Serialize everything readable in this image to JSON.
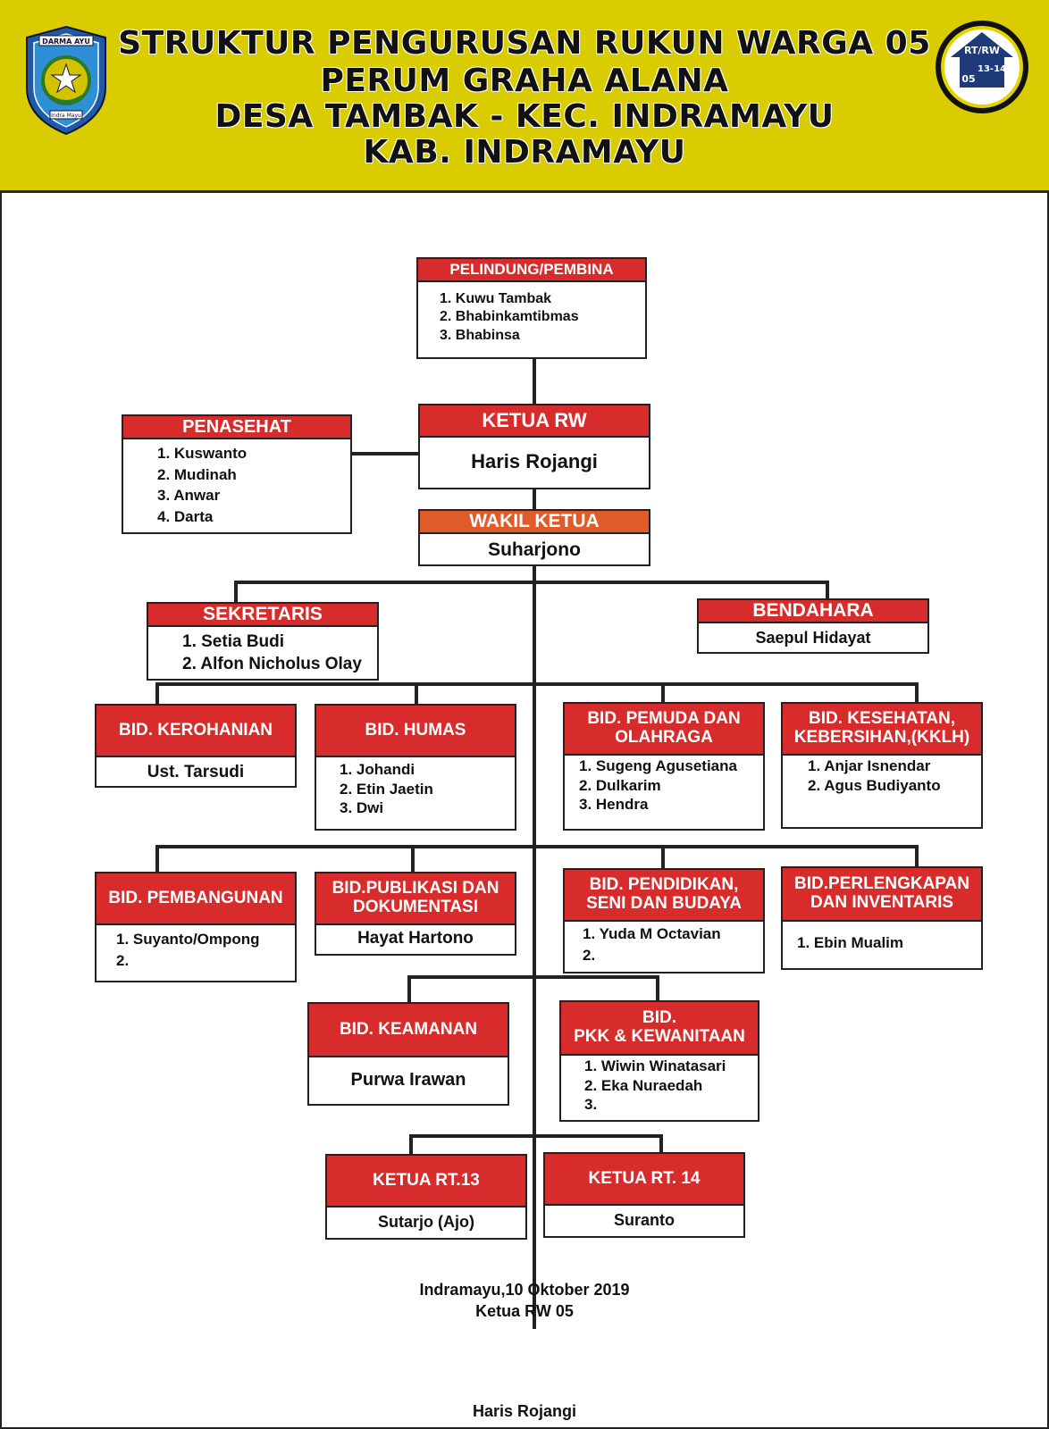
{
  "header": {
    "lines": [
      "STRUKTUR PENGURUSAN RUKUN WARGA 05",
      "PERUM GRAHA ALANA",
      "DESA TAMBAK - KEC. INDRAMAYU",
      "KAB. INDRAMAYU"
    ],
    "logo_left": {
      "banner": "DARMA AYU",
      "motto": "Indra Mayu",
      "icon": "regency-crest-icon"
    },
    "logo_right": {
      "rtrw": "RT/RW",
      "rt_numbers": "13-14",
      "rw_number": "05",
      "icon": "rtrw-emblem-icon"
    }
  },
  "colors": {
    "header_bg": "#d9cc00",
    "box_header": "#d82c2c",
    "wakil_header": "#e05a2a",
    "line": "#222222"
  },
  "pelindung": {
    "title": "PELINDUNG/PEMBINA",
    "members": [
      "1. Kuwu Tambak",
      "2. Bhabinkamtibmas",
      "3. Bhabinsa"
    ]
  },
  "penasehat": {
    "title": "PENASEHAT",
    "members": [
      "1. Kuswanto",
      "2. Mudinah",
      "3. Anwar",
      "4. Darta"
    ]
  },
  "ketua": {
    "title": "KETUA RW",
    "name": "Haris Rojangi"
  },
  "wakil": {
    "title": "WAKIL KETUA",
    "name": "Suharjono"
  },
  "sekretaris": {
    "title": "SEKRETARIS",
    "members": [
      "1. Setia Budi",
      "2. Alfon Nicholus Olay"
    ]
  },
  "bendahara": {
    "title": "BENDAHARA",
    "name": "Saepul Hidayat"
  },
  "kerohanian": {
    "title": "BID. KEROHANIAN",
    "name": "Ust. Tarsudi"
  },
  "humas": {
    "title": "BID. HUMAS",
    "members": [
      "1. Johandi",
      "2. Etin Jaetin",
      "3. Dwi"
    ]
  },
  "pemuda": {
    "title_1": "BID. PEMUDA DAN",
    "title_2": "OLAHRAGA",
    "members": [
      "1. Sugeng Agusetiana",
      "2. Dulkarim",
      "3. Hendra"
    ]
  },
  "kesehatan": {
    "title_1": "BID. KESEHATAN,",
    "title_2": "KEBERSIHAN,(KKLH)",
    "members": [
      "1. Anjar Isnendar",
      "2. Agus Budiyanto"
    ]
  },
  "pembangunan": {
    "title": "BID. PEMBANGUNAN",
    "members": [
      "1. Suyanto/Ompong",
      "2."
    ]
  },
  "publikasi": {
    "title_1": "BID.PUBLIKASI DAN",
    "title_2": "DOKUMENTASI",
    "name": "Hayat Hartono"
  },
  "pendidikan": {
    "title_1": "BID. PENDIDIKAN,",
    "title_2": "SENI DAN BUDAYA",
    "members": [
      "1. Yuda M Octavian",
      "2."
    ]
  },
  "perlengkapan": {
    "title_1": "BID.PERLENGKAPAN",
    "title_2": "DAN INVENTARIS",
    "members": [
      "1. Ebin Mualim"
    ]
  },
  "keamanan": {
    "title": "BID. KEAMANAN",
    "name": "Purwa Irawan"
  },
  "pkk": {
    "title_1": "BID.",
    "title_2": "PKK & KEWANITAAN",
    "members": [
      "1. Wiwin Winatasari",
      "2. Eka Nuraedah",
      "3."
    ]
  },
  "rt13": {
    "title": "KETUA RT.13",
    "name": "Sutarjo (Ajo)"
  },
  "rt14": {
    "title": "KETUA RT. 14",
    "name": "Suranto"
  },
  "signature": {
    "place_date": "Indramayu,10 Oktober 2019",
    "role": "Ketua RW 05",
    "name": "Haris Rojangi"
  }
}
